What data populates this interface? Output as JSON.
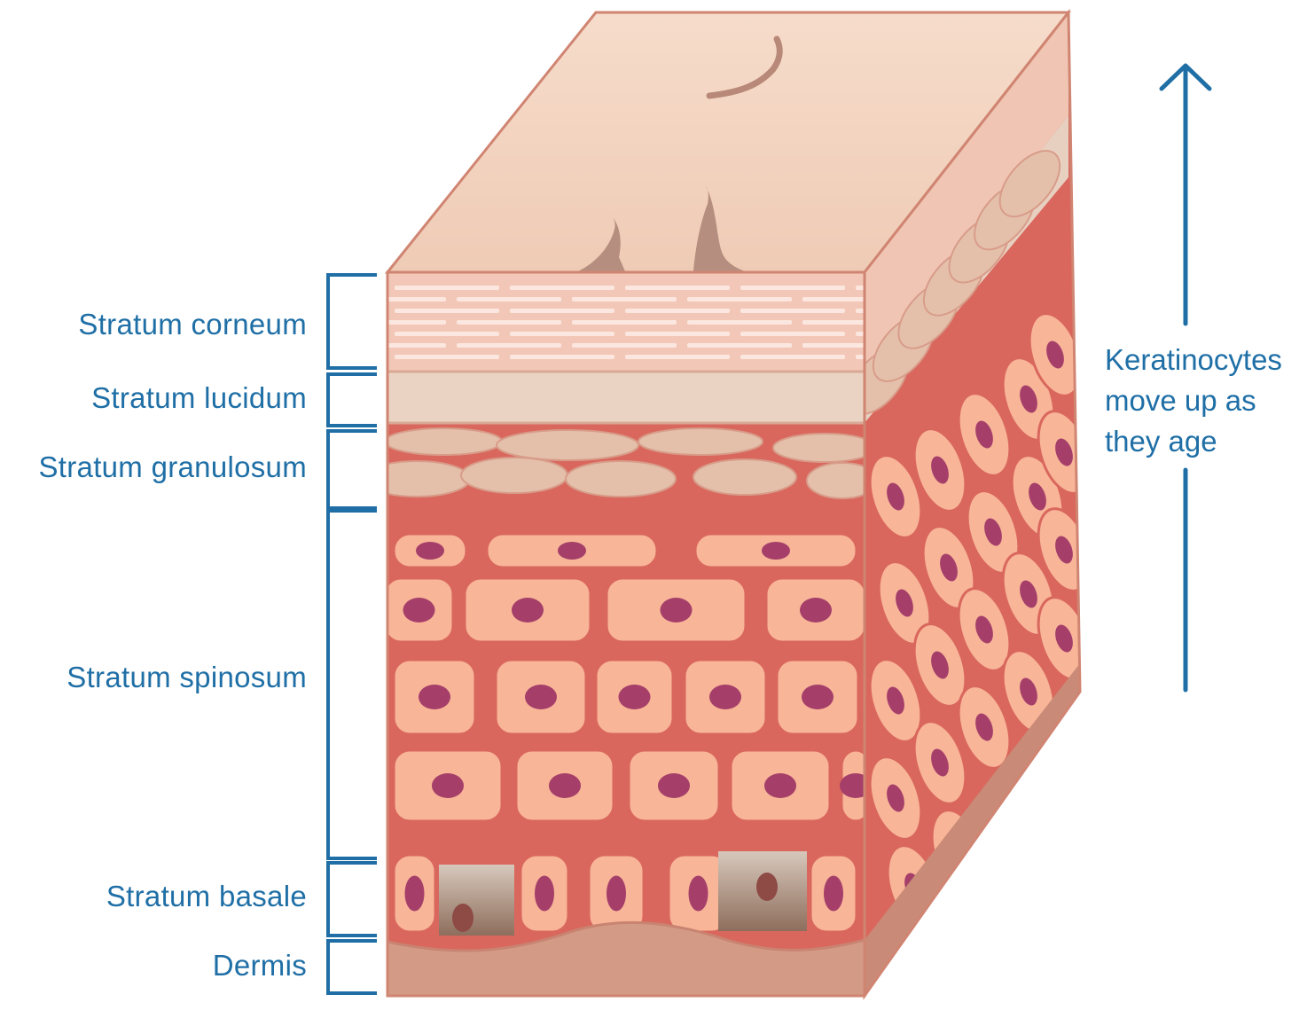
{
  "layers": [
    {
      "id": "corneum",
      "label": "Stratum corneum"
    },
    {
      "id": "lucidum",
      "label": "Stratum lucidum"
    },
    {
      "id": "granulosum",
      "label": "Stratum granulosum"
    },
    {
      "id": "spinosum",
      "label": "Stratum spinosum"
    },
    {
      "id": "basale",
      "label": "Stratum basale"
    },
    {
      "id": "dermis",
      "label": "Dermis"
    }
  ],
  "annotation": {
    "lines": [
      "Keratinocytes",
      "move up as",
      "they age"
    ]
  },
  "colors": {
    "label_blue": "#1f6fa6",
    "skin_top": "#f2d2bf",
    "corneum": "#f3c7b7",
    "lucidum": "#ead3c3",
    "granule": "#e4c0ab",
    "cell": "#f8b598",
    "cell_border": "#d9675d",
    "nucleus": "#a53f6a",
    "dermis": "#d39a86",
    "basal_shadow": "#b59a8a"
  },
  "icons": [
    "arrow-up-icon",
    "bracket-icon"
  ]
}
